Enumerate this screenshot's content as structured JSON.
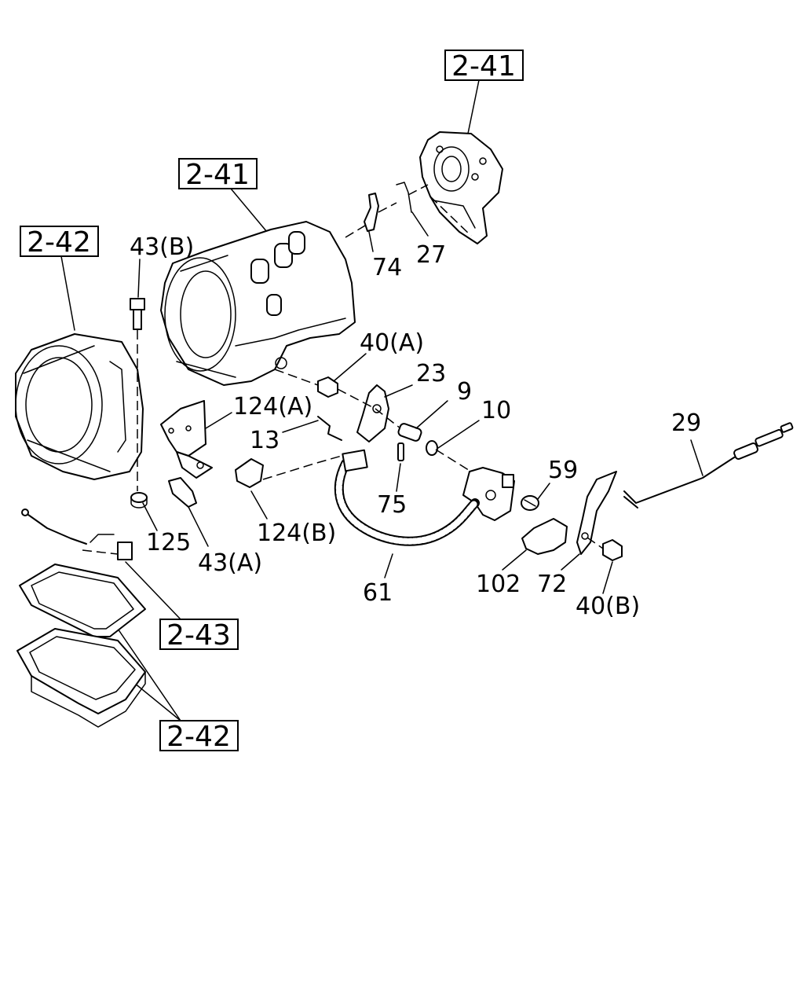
{
  "references": [
    {
      "id": "ref-2-41-top",
      "text": "2-41"
    },
    {
      "id": "ref-2-41-mid",
      "text": "2-41"
    },
    {
      "id": "ref-2-42-left",
      "text": "2-42"
    },
    {
      "id": "ref-2-43",
      "text": "2-43"
    },
    {
      "id": "ref-2-42-bottom",
      "text": "2-42"
    }
  ],
  "callouts": [
    {
      "id": "74",
      "text": "74"
    },
    {
      "id": "27",
      "text": "27"
    },
    {
      "id": "43b",
      "text": "43(B)"
    },
    {
      "id": "40a",
      "text": "40(A)"
    },
    {
      "id": "23",
      "text": "23"
    },
    {
      "id": "9",
      "text": "9"
    },
    {
      "id": "10",
      "text": "10"
    },
    {
      "id": "124a",
      "text": "124(A)"
    },
    {
      "id": "13",
      "text": "13"
    },
    {
      "id": "29",
      "text": "29"
    },
    {
      "id": "59",
      "text": "59"
    },
    {
      "id": "75",
      "text": "75"
    },
    {
      "id": "124b",
      "text": "124(B)"
    },
    {
      "id": "125",
      "text": "125"
    },
    {
      "id": "43a",
      "text": "43(A)"
    },
    {
      "id": "61",
      "text": "61"
    },
    {
      "id": "102",
      "text": "102"
    },
    {
      "id": "72",
      "text": "72"
    },
    {
      "id": "40b",
      "text": "40(B)"
    }
  ]
}
